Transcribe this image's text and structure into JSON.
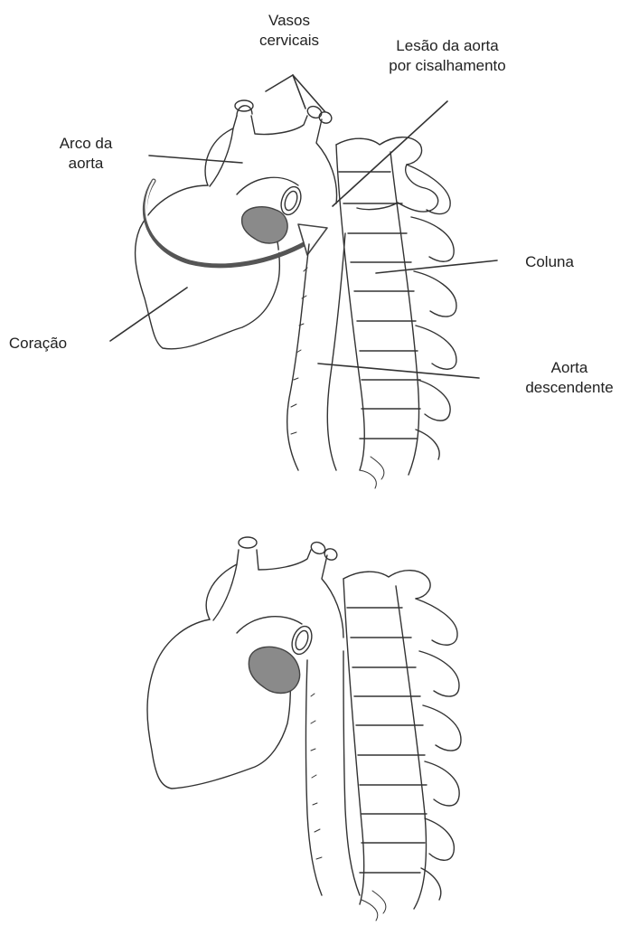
{
  "labels": {
    "vasos_cervicais": [
      "Vasos",
      "cervicais"
    ],
    "lesao_aorta": [
      "Lesão da aorta",
      "por cisalhamento"
    ],
    "arco_aorta": [
      "Arco da",
      "aorta"
    ],
    "coluna": "Coluna",
    "coracao": "Coração",
    "aorta_descendente": [
      "Aorta",
      "descendente"
    ]
  },
  "colors": {
    "line": "#333333",
    "mass": "#8a8a8a"
  }
}
